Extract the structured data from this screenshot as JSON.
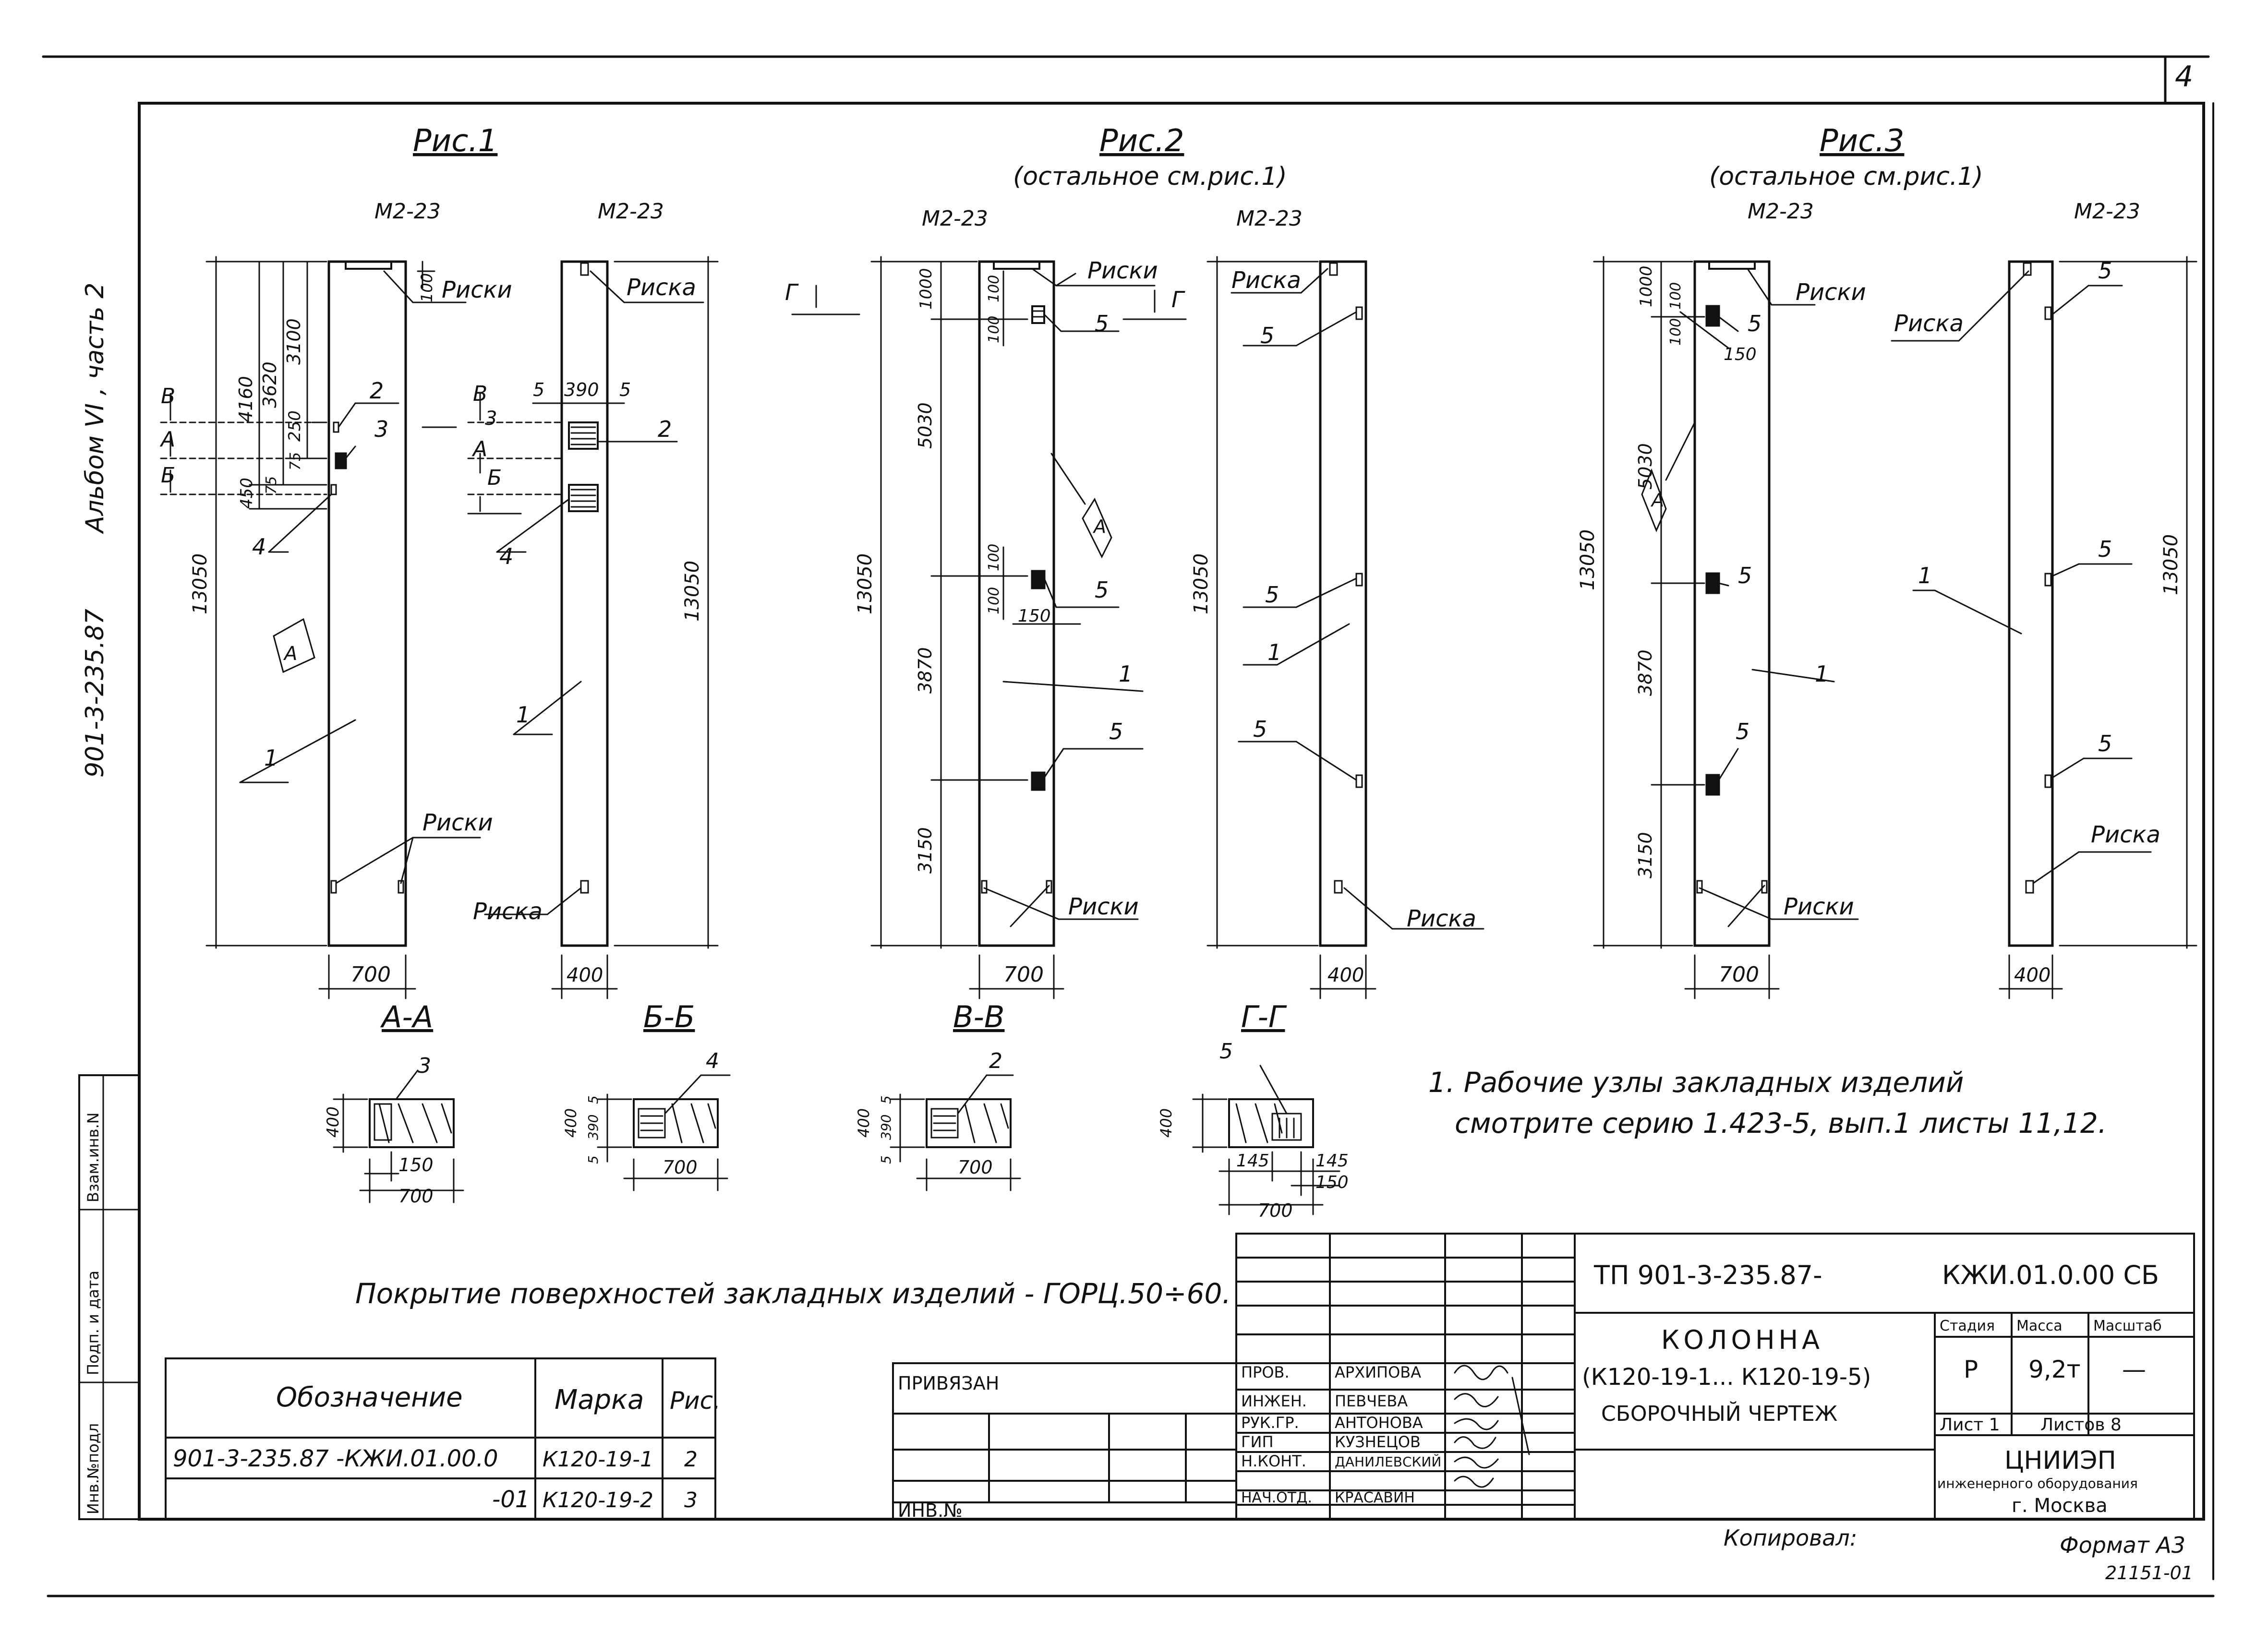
{
  "sheet_number": "4",
  "side_label": {
    "album": "Альбом VI , часть 2",
    "code": "901-3-235.87"
  },
  "figures": {
    "fig1": {
      "title": "Рис.1"
    },
    "fig2": {
      "title": "Рис.2",
      "note": "(остальное см.рис.1)"
    },
    "fig3": {
      "title": "Рис.3",
      "note": "(остальное см.рис.1)"
    }
  },
  "labels": {
    "m223": "М2-23",
    "riski": "Риски",
    "riska": "Риска",
    "mark_a": "А",
    "cut_v": "В",
    "cut_a": "А",
    "cut_b": "Б",
    "cut_g": "Г"
  },
  "dims": {
    "d13050": "13050",
    "d4160": "4160",
    "d3620": "3620",
    "d3100": "3100",
    "d250": "250",
    "d75a": "75",
    "d75b": "75",
    "d450": "450",
    "d100": "100",
    "d700": "700",
    "d400": "400",
    "d5": "5",
    "d390": "390",
    "d1000": "1000",
    "d5030": "5030",
    "d3870": "3870",
    "d3150": "3150",
    "d150": "150",
    "d145": "145"
  },
  "callouts": {
    "c1": "1",
    "c2": "2",
    "c3": "3",
    "c4": "4",
    "c5": "5"
  },
  "sections": {
    "aa": "А-А",
    "bb": "Б-Б",
    "vv": "В-В",
    "gg": "Г-Г"
  },
  "notes": {
    "line1": "1. Рабочие узлы закладных изделий",
    "line2": "смотрите серию 1.423-5, вып.1 листы 11,12.",
    "coating": "Покрытие поверхностей закладных изделий - ГОРЦ.50÷60."
  },
  "spec_table": {
    "headers": [
      "Обозначение",
      "Марка",
      "Рис."
    ],
    "rows": [
      [
        "901-3-235.87 -КЖИ.01.00.0",
        "К120-19-1",
        "2"
      ],
      [
        "-01",
        "К120-19-2",
        "3"
      ]
    ]
  },
  "left_stamp": {
    "cells": [
      "Взам.инв.N",
      "Подп. и дата",
      "Инв.№подл"
    ]
  },
  "title_block": {
    "privyazan": "ПРИВЯЗАН",
    "inv": "ИНВ.№",
    "doc_code": "ТП 901-3-235.87-",
    "doc_mark": "КЖИ.01.0.00 СБ",
    "object_name": "КОЛОННА",
    "object_range": "(К120-19-1... К120-19-5)",
    "object_type": "СБОРОЧНЫЙ ЧЕРТЕЖ",
    "stage_label": "Стадия",
    "mass_label": "Масса",
    "scale_label": "Масштаб",
    "stage": "Р",
    "mass": "9,2т",
    "scale": "—",
    "sheet_label": "Лист 1",
    "sheets_label": "Листов 8",
    "org1": "ЦНИИЭП",
    "org2": "инженерного оборудования",
    "org3": "г. Москва",
    "signatures": [
      {
        "role": "ПРОВ.",
        "name": "АРХИПОВА"
      },
      {
        "role": "ИНЖЕН.",
        "name": "ПЕВЧЕВА"
      },
      {
        "role": "РУК.ГР.",
        "name": "АНТОНОВА"
      },
      {
        "role": "ГИП",
        "name": "КУЗНЕЦОВ"
      },
      {
        "role": "Н.КОНТ.",
        "name": "ДАНИЛЕВСКИЙ"
      },
      {
        "role": "НАЧ.ОТД.",
        "name": "КРАСАВИН"
      }
    ]
  },
  "footer": {
    "copied": "Копировал:",
    "format": "Формат А3",
    "number": "21151-01"
  }
}
